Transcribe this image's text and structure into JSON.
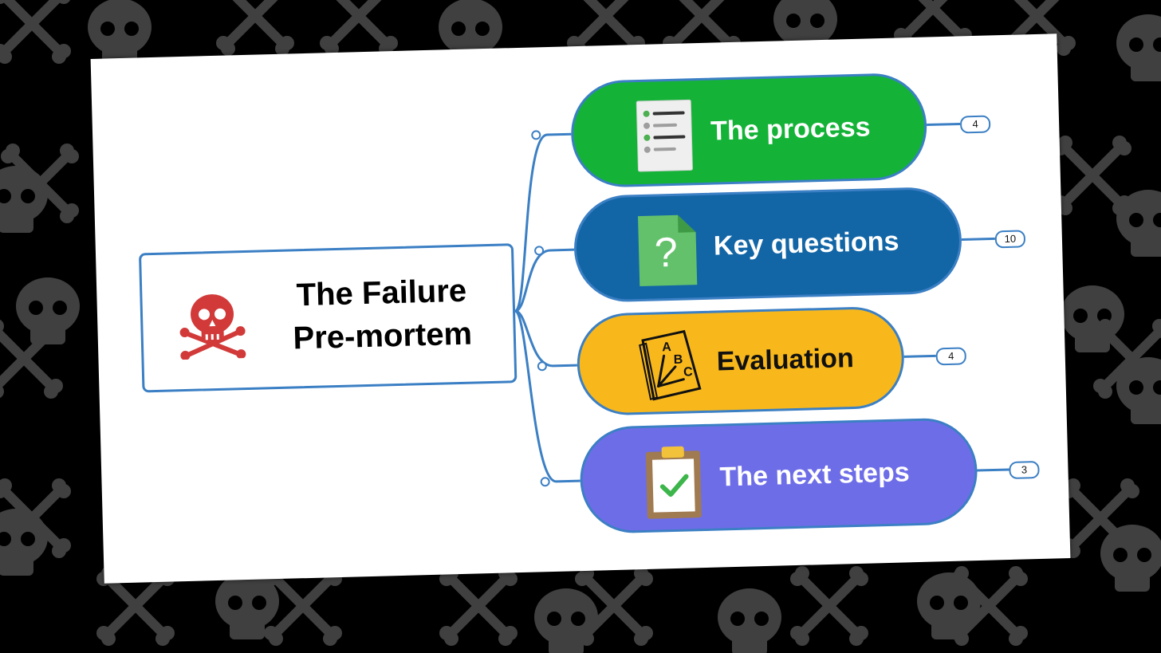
{
  "central_topic": {
    "line1": "The Failure",
    "line2": "Pre-mortem",
    "icon": "skull-crossbones-icon"
  },
  "topics": [
    {
      "label": "The process",
      "icon": "list-document-icon",
      "color": "#14b338",
      "text_color": "#ffffff",
      "count": "4"
    },
    {
      "label": "Key questions",
      "icon": "question-document-icon",
      "color": "#1366a6",
      "text_color": "#ffffff",
      "count": "10"
    },
    {
      "label": "Evaluation",
      "icon": "abc-chart-icon",
      "color": "#f8b81c",
      "text_color": "#111111",
      "count": "4"
    },
    {
      "label": "The next steps",
      "icon": "clipboard-check-icon",
      "color": "#6e6de8",
      "text_color": "#ffffff",
      "count": "3"
    }
  ],
  "colors": {
    "connector": "#3b7fc4",
    "background": "#000000",
    "pattern": "#3f3f3f"
  }
}
